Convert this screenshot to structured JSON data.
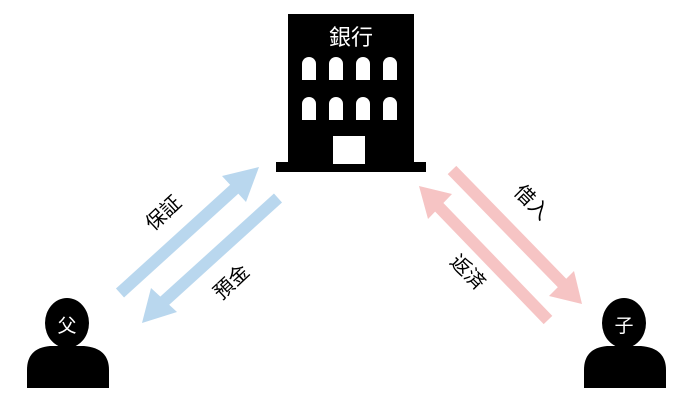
{
  "bank": {
    "label": "銀行"
  },
  "father": {
    "label": "父"
  },
  "child": {
    "label": "子"
  },
  "arrows": {
    "guarantee": "保証",
    "deposit": "預金",
    "borrow": "借入",
    "repay": "返済"
  },
  "colors": {
    "blue_arrow": "#b9d7ee",
    "pink_arrow": "#f6c4c4",
    "ink": "#000000",
    "paper": "#ffffff"
  }
}
